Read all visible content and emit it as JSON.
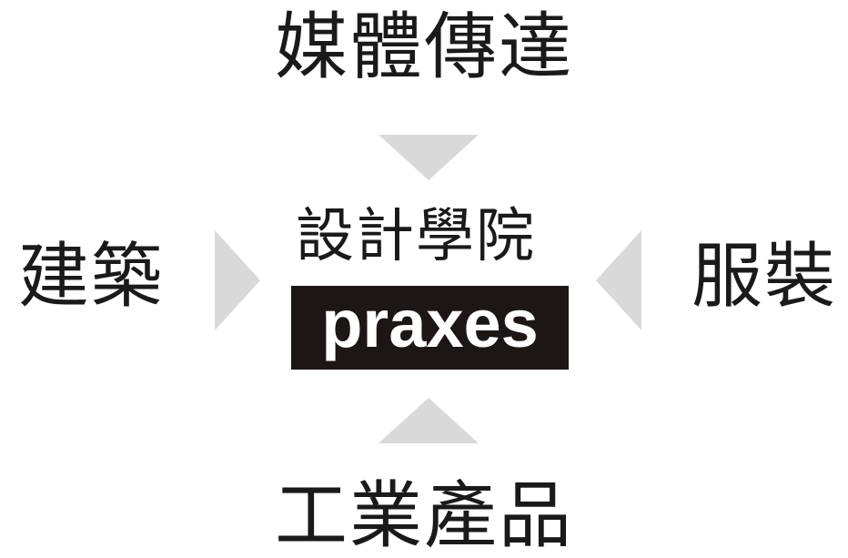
{
  "labels": {
    "top": "媒體傳達",
    "left": "建築",
    "right": "服裝",
    "bottom": "工業產品"
  },
  "center": {
    "title": "設計學院",
    "logo": "praxes"
  },
  "colors": {
    "arrow": "#d9d9d9",
    "logo_background": "#1c1715",
    "logo_text": "#ffffff",
    "text": "#1a1a1a"
  }
}
